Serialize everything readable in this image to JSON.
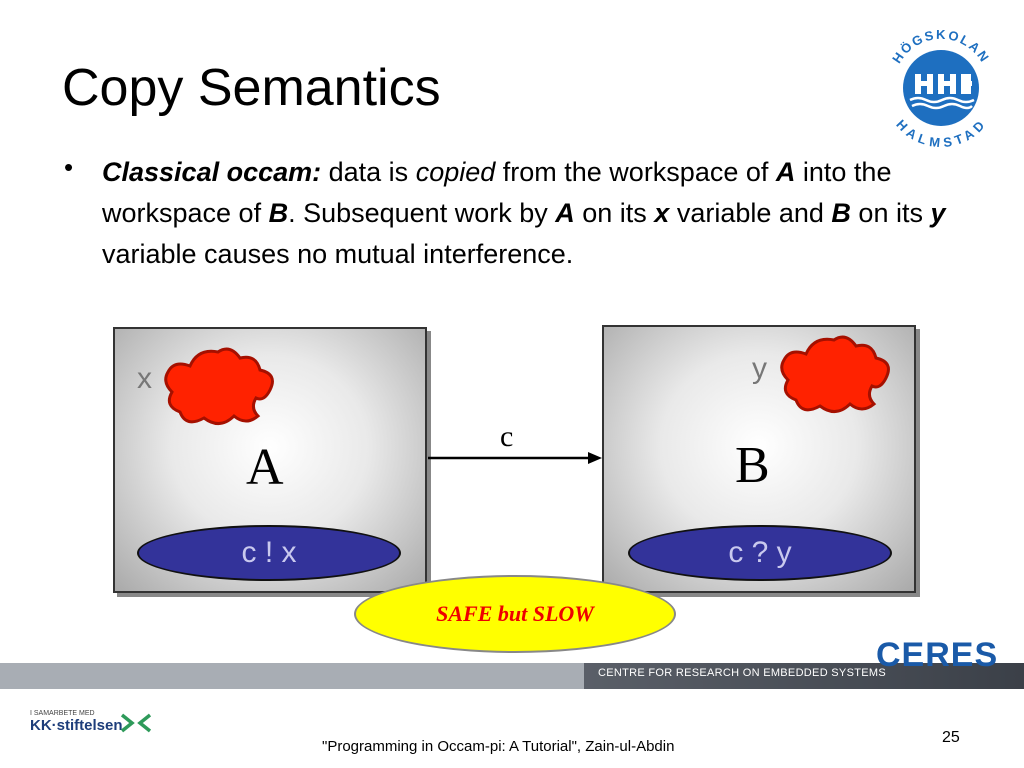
{
  "slide": {
    "title": "Copy Semantics",
    "bullet": {
      "parts": [
        {
          "text": "Classical occam:",
          "style": "bi"
        },
        {
          "text": " data is ",
          "style": ""
        },
        {
          "text": "copied",
          "style": "it"
        },
        {
          "text": " from the workspace of ",
          "style": ""
        },
        {
          "text": "A",
          "style": "bi"
        },
        {
          "text": " into the workspace of ",
          "style": ""
        },
        {
          "text": "B",
          "style": "bi"
        },
        {
          "text": ".  Subsequent work by ",
          "style": ""
        },
        {
          "text": "A",
          "style": "bi"
        },
        {
          "text": " on its ",
          "style": ""
        },
        {
          "text": "x",
          "style": "bi"
        },
        {
          "text": " variable and ",
          "style": ""
        },
        {
          "text": "B",
          "style": "bi"
        },
        {
          "text": " on its ",
          "style": ""
        },
        {
          "text": "y",
          "style": "bi"
        },
        {
          "text": " variable causes no mutual interference.",
          "style": ""
        }
      ]
    }
  },
  "logo": {
    "top_text": "HÖGSKOLAN",
    "bottom_text": "HALMSTAD",
    "color": "#1e6fc0"
  },
  "diagram": {
    "process_a": {
      "name": "A",
      "var_label": "x",
      "action": "c ! x"
    },
    "process_b": {
      "name": "B",
      "var_label": "y",
      "action": "c ? y"
    },
    "channel_label": "c",
    "note": "SAFE but SLOW",
    "blob_color": "#ff2200",
    "ellipse_color": "#33339a",
    "note_color": "#ee0000"
  },
  "footer": {
    "band_text": "CENTRE FOR RESEARCH ON EMBEDDED SYSTEMS",
    "ceres": "CERES",
    "kk_small": "I SAMARBETE MED",
    "kk_name": "KK·stiftelsen",
    "citation": "\"Programming in Occam-pi: A Tutorial\", Zain-ul-Abdin",
    "page_number": "25"
  }
}
